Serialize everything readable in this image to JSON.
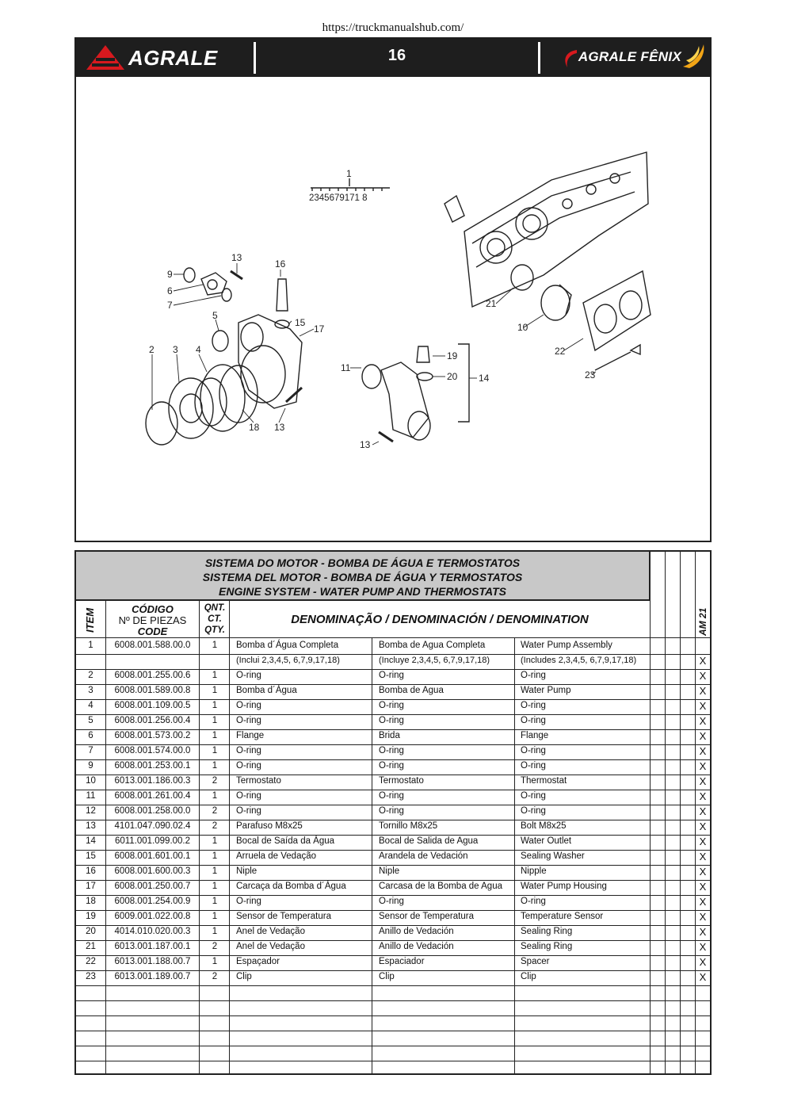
{
  "source_url": "https://truckmanualshub.com/",
  "header": {
    "brand_left": "AGRALE",
    "page_number": "16",
    "brand_right": "AGRALE FÊNIX"
  },
  "diagram": {
    "callouts": [
      "1",
      "2345679171 8",
      "9",
      "6",
      "7",
      "13",
      "16",
      "5",
      "15",
      "17",
      "2",
      "3",
      "4",
      "18",
      "13",
      "11",
      "19",
      "20",
      "14",
      "13",
      "21",
      "10",
      "22",
      "23"
    ],
    "kit_label": "1",
    "kit_sequence": "2345679171 8"
  },
  "table": {
    "title_pt": "SISTEMA DO MOTOR - BOMBA DE ÁGUA E TERMOSTATOS",
    "title_es": "SISTEMA DEL MOTOR - BOMBA DE ÁGUA Y TERMOSTATOS",
    "title_en": "ENGINE SYSTEM - WATER PUMP AND THERMOSTATS",
    "col_item": "ITEM",
    "col_code_1": "CÓDIGO",
    "col_code_2": "Nº DE PIEZAS",
    "col_code_3": "CODE",
    "col_qty_1": "QNT.",
    "col_qty_2": "CT.",
    "col_qty_3": "QTY.",
    "col_denom": "DENOMINAÇÃO / DENOMINACIÓN / DENOMINATION",
    "col_model": "AM 21",
    "rows": [
      {
        "item": "1",
        "code": "6008.001.588.00.0",
        "qty": "1",
        "pt": "Bomba d´Água Completa",
        "es": "Bomba de Agua Completa",
        "en": "Water Pump  Assembly",
        "x": ""
      },
      {
        "item": "",
        "code": "",
        "qty": "",
        "pt": "(Inclui 2,3,4,5, 6,7,9,17,18)",
        "es": "(Incluye 2,3,4,5, 6,7,9,17,18)",
        "en": "(Includes 2,3,4,5, 6,7,9,17,18)",
        "x": "X"
      },
      {
        "item": "2",
        "code": "6008.001.255.00.6",
        "qty": "1",
        "pt": "O-ring",
        "es": "O-ring",
        "en": "O-ring",
        "x": "X"
      },
      {
        "item": "3",
        "code": "6008.001.589.00.8",
        "qty": "1",
        "pt": "Bomba d´Água",
        "es": "Bomba de Agua",
        "en": "Water Pump",
        "x": "X"
      },
      {
        "item": "4",
        "code": "6008.001.109.00.5",
        "qty": "1",
        "pt": "O-ring",
        "es": "O-ring",
        "en": "O-ring",
        "x": "X"
      },
      {
        "item": "5",
        "code": "6008.001.256.00.4",
        "qty": "1",
        "pt": "O-ring",
        "es": "O-ring",
        "en": "O-ring",
        "x": "X"
      },
      {
        "item": "6",
        "code": "6008.001.573.00.2",
        "qty": "1",
        "pt": "Flange",
        "es": "Brida",
        "en": "Flange",
        "x": "X"
      },
      {
        "item": "7",
        "code": "6008.001.574.00.0",
        "qty": "1",
        "pt": "O-ring",
        "es": "O-ring",
        "en": "O-ring",
        "x": "X"
      },
      {
        "item": "9",
        "code": "6008.001.253.00.1",
        "qty": "1",
        "pt": "O-ring",
        "es": "O-ring",
        "en": "O-ring",
        "x": "X"
      },
      {
        "item": "10",
        "code": "6013.001.186.00.3",
        "qty": "2",
        "pt": "Termostato",
        "es": "Termostato",
        "en": "Thermostat",
        "x": "X"
      },
      {
        "item": "11",
        "code": "6008.001.261.00.4",
        "qty": "1",
        "pt": "O-ring",
        "es": "O-ring",
        "en": "O-ring",
        "x": "X"
      },
      {
        "item": "12",
        "code": "6008.001.258.00.0",
        "qty": "2",
        "pt": "O-ring",
        "es": "O-ring",
        "en": "O-ring",
        "x": "X"
      },
      {
        "item": "13",
        "code": "4101.047.090.02.4",
        "qty": "2",
        "pt": "Parafuso M8x25",
        "es": "Tornillo M8x25",
        "en": "Bolt M8x25",
        "x": "X"
      },
      {
        "item": "14",
        "code": "6011.001.099.00.2",
        "qty": "1",
        "pt": "Bocal de Saída da Água",
        "es": "Bocal de Salida de Agua",
        "en": "Water Outlet",
        "x": "X"
      },
      {
        "item": "15",
        "code": "6008.001.601.00.1",
        "qty": "1",
        "pt": "Arruela de Vedação",
        "es": "Arandela de Vedación",
        "en": "Sealing Washer",
        "x": "X"
      },
      {
        "item": "16",
        "code": "6008.001.600.00.3",
        "qty": "1",
        "pt": "Niple",
        "es": "Niple",
        "en": "Nipple",
        "x": "X"
      },
      {
        "item": "17",
        "code": "6008.001.250.00.7",
        "qty": "1",
        "pt": "Carcaça da Bomba d´Água",
        "es": "Carcasa de la Bomba de Agua",
        "en": "Water Pump Housing",
        "x": "X"
      },
      {
        "item": "18",
        "code": "6008.001.254.00.9",
        "qty": "1",
        "pt": "O-ring",
        "es": "O-ring",
        "en": "O-ring",
        "x": "X"
      },
      {
        "item": "19",
        "code": "6009.001.022.00.8",
        "qty": "1",
        "pt": "Sensor de Temperatura",
        "es": "Sensor de Temperatura",
        "en": "Temperature Sensor",
        "x": "X"
      },
      {
        "item": "20",
        "code": "4014.010.020.00.3",
        "qty": "1",
        "pt": "Anel de Vedação",
        "es": "Anillo de Vedación",
        "en": "Sealing Ring",
        "x": "X"
      },
      {
        "item": "21",
        "code": "6013.001.187.00.1",
        "qty": "2",
        "pt": "Anel de Vedação",
        "es": "Anillo de Vedación",
        "en": "Sealing Ring",
        "x": "X"
      },
      {
        "item": "22",
        "code": "6013.001.188.00.7",
        "qty": "1",
        "pt": "Espaçador",
        "es": "Espaciador",
        "en": "Spacer",
        "x": "X"
      },
      {
        "item": "23",
        "code": "6013.001.189.00.7",
        "qty": "2",
        "pt": "Clip",
        "es": "Clip",
        "en": "Clip",
        "x": "X"
      }
    ]
  },
  "colors": {
    "header_bg": "#1e1e1e",
    "brand_red": "#d7191e",
    "title_bg": "#c8c8c8",
    "fenix_gold": "#f2a516"
  }
}
